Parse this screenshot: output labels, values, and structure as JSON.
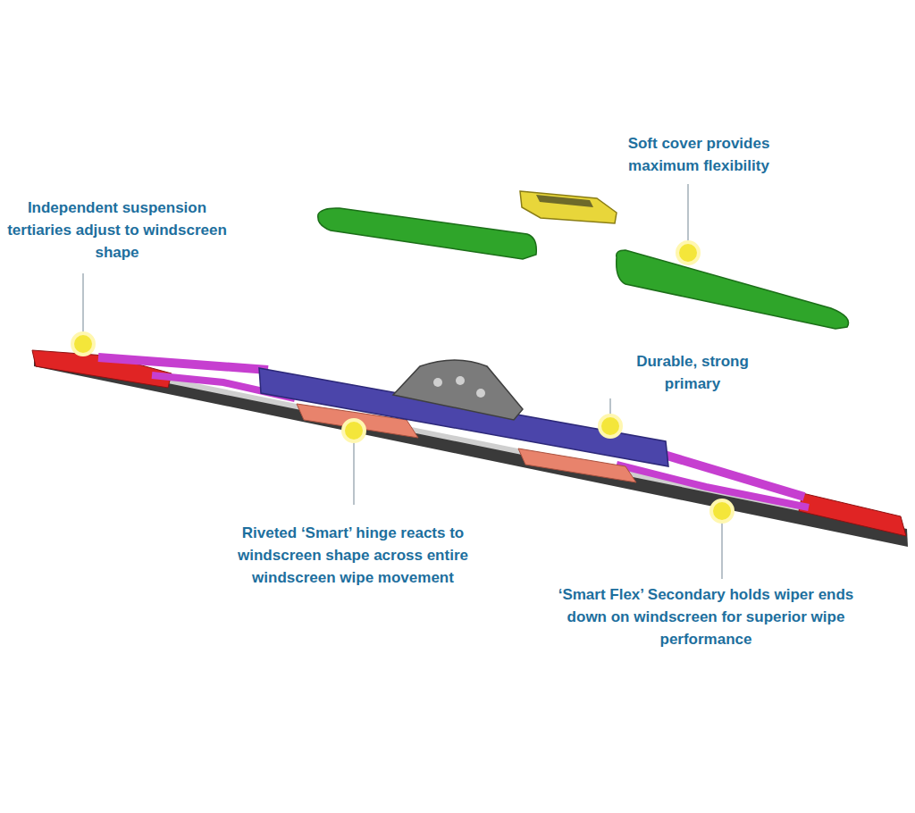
{
  "diagram": {
    "labels": [
      "Independent suspension tertiaries adjust to windscreen shape",
      "Soft cover provides maximum flexibility",
      "Durable, strong primary",
      "Riveted ‘Smart’ hinge reacts to windscreen shape across entire windscreen wipe movement",
      "‘Smart Flex’ Secondary holds wiper ends down on windscreen for superior wipe performance"
    ]
  }
}
